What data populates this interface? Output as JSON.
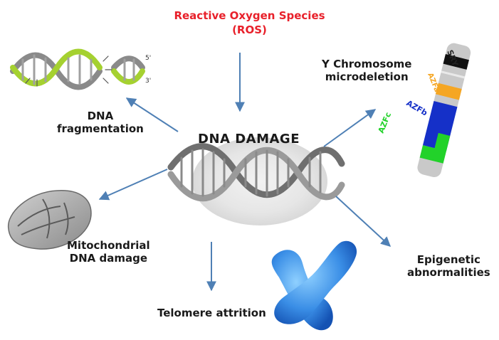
{
  "source": {
    "line1": "Reactive Oxygen Species",
    "line2": "(ROS)",
    "color": "#e8202a"
  },
  "center": {
    "title": "DNA DAMAGE"
  },
  "effects": {
    "dna_fragmentation": {
      "line1": "DNA",
      "line2": "fragmentation"
    },
    "y_microdeletion": {
      "line1": "Y Chromosome",
      "line2": "microdeletion"
    },
    "mitochondrial": {
      "line1": "Mitochondrial",
      "line2": "DNA damage"
    },
    "epigenetic": {
      "line1": "Epigenetic",
      "line2": "abnormalities"
    },
    "telomere": {
      "line1": "Telomere attrition"
    }
  },
  "fragment_strands": {
    "end_a": "5'",
    "end_b": "3'"
  },
  "y_chromosome_bands": {
    "sry": "SRY",
    "azfa": "AZFa",
    "azfb": "AZFb",
    "azfc": "AZFc"
  },
  "colors": {
    "arrow": "#4f80b5",
    "azfa": "#f5a623",
    "azfb": "#1530c8",
    "azfc": "#22d22a",
    "sry": "#111111",
    "chromosome": "#3a8ee6",
    "helix_green": "#a5d130"
  }
}
